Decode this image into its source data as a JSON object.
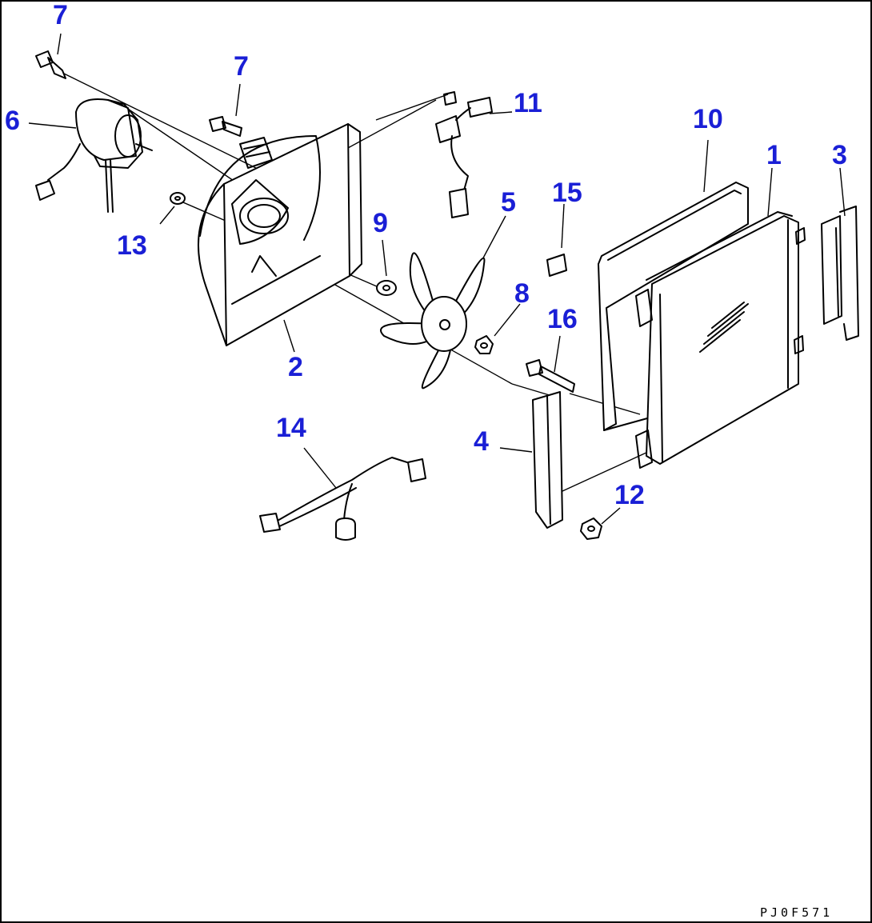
{
  "diagram": {
    "callouts": [
      {
        "id": "c7a",
        "label": "7"
      },
      {
        "id": "c7b",
        "label": "7"
      },
      {
        "id": "c6",
        "label": "6"
      },
      {
        "id": "c13",
        "label": "13"
      },
      {
        "id": "c11",
        "label": "11"
      },
      {
        "id": "c10",
        "label": "10"
      },
      {
        "id": "c1",
        "label": "1"
      },
      {
        "id": "c3",
        "label": "3"
      },
      {
        "id": "c15",
        "label": "15"
      },
      {
        "id": "c5",
        "label": "5"
      },
      {
        "id": "c9",
        "label": "9"
      },
      {
        "id": "c8",
        "label": "8"
      },
      {
        "id": "c16",
        "label": "16"
      },
      {
        "id": "c2",
        "label": "2"
      },
      {
        "id": "c14",
        "label": "14"
      },
      {
        "id": "c4",
        "label": "4"
      },
      {
        "id": "c12",
        "label": "12"
      }
    ],
    "drawing_code": "PJ0F571",
    "accent_color": "#1a1fd6"
  }
}
